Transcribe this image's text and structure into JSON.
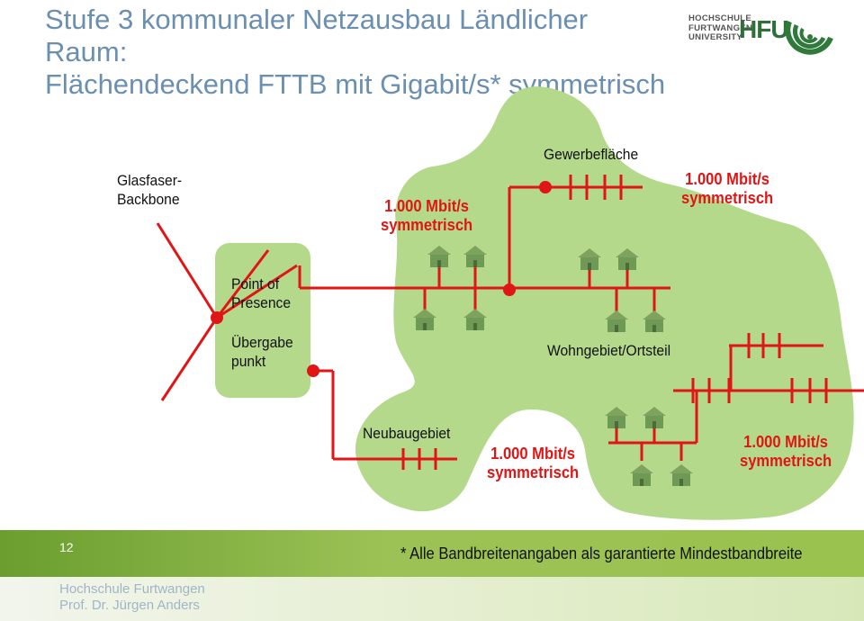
{
  "title": {
    "line1": "Stufe 3 kommunaler Netzausbau Ländlicher Raum:",
    "line2": "Flächendeckend FTTB mit Gigabit/s* symmetrisch"
  },
  "logo": {
    "university_line1": "HOCHSCHULE",
    "university_line2": "FURTWANGEN",
    "university_line3": "UNIVERSITY",
    "abbr": "HFU",
    "green": "#2f7a3a"
  },
  "colors": {
    "land": "#b5d98a",
    "fiber": "#e01515",
    "house": "#6e9a55",
    "title": "#6b8fb0"
  },
  "labels": {
    "backbone_1": "Glasfaser-",
    "backbone_2": "Backbone",
    "pop_1": "Point of",
    "pop_2": "Presence",
    "handover_1": "Übergabe",
    "handover_2": "punkt",
    "commercial": "Gewerbefläche",
    "residential": "Wohngebiet/Ortsteil",
    "new_build": "Neubaugebiet",
    "speed_line1": "1.000 Mbit/s",
    "speed_line2": "symmetrisch"
  },
  "footer": {
    "slide_number": "12",
    "footnote": "* Alle Bandbreitenangaben als garantierte Mindestbandbreite",
    "author_line1": "Hochschule Furtwangen",
    "author_line2": "Prof. Dr. Jürgen Anders"
  }
}
